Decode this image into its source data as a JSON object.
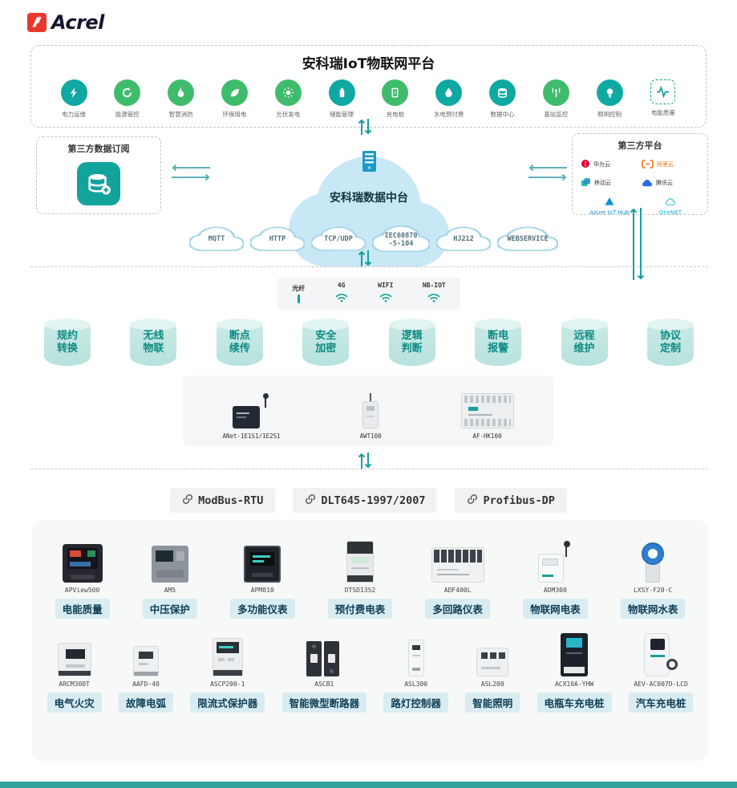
{
  "logo": {
    "text": "Acrel"
  },
  "colors": {
    "accent": "#17A09A",
    "green": "#3FBB6C",
    "badge_bg": "#D8ECF2",
    "badge_text": "#0F3D55"
  },
  "platform": {
    "title": "安科瑞IoT物联网平台",
    "apps": [
      {
        "label": "电力运维",
        "color": "#0FA8A2"
      },
      {
        "label": "能源管控",
        "color": "#3FBB6C"
      },
      {
        "label": "智慧消防",
        "color": "#3FBB6C"
      },
      {
        "label": "环保用电",
        "color": "#3FBB6C"
      },
      {
        "label": "光伏发电",
        "color": "#3FBB6C"
      },
      {
        "label": "储能管理",
        "color": "#0FA8A2"
      },
      {
        "label": "充电桩",
        "color": "#3FBB6C"
      },
      {
        "label": "水电预付费",
        "color": "#0FA8A2"
      },
      {
        "label": "数据中心",
        "color": "#0FA8A2"
      },
      {
        "label": "基站监控",
        "color": "#3FBB6C"
      },
      {
        "label": "照明控制",
        "color": "#0FA8A2"
      },
      {
        "label": "电能质量",
        "color": "#0FA8A2"
      }
    ]
  },
  "subscribe": {
    "title": "第三方数据订阅"
  },
  "datacenter": {
    "label": "安科瑞数据中台"
  },
  "third_party": {
    "title": "第三方平台",
    "providers": [
      {
        "name": "华为云",
        "label_color": "#333333"
      },
      {
        "name": "阿里云",
        "label_color": "#FF6A00"
      },
      {
        "name": "移动云",
        "label_color": "#333333"
      },
      {
        "name": "腾讯云",
        "label_color": "#333333"
      },
      {
        "name": "Azure IoT Hub",
        "label_color": "#0F8FD5"
      },
      {
        "name": "OneNET",
        "label_color": "#18B8D8"
      }
    ]
  },
  "protocol_clouds": [
    "MQTT",
    "HTTP",
    "TCP/UDP",
    "IEC60870\n-5-104",
    "HJ212",
    "WEBSERVICE"
  ],
  "connectivity": [
    "光纤",
    "4G",
    "WIFI",
    "NB-IOT"
  ],
  "capabilities": [
    "规约\n转换",
    "无线\n物联",
    "断点\n续传",
    "安全\n加密",
    "逻辑\n判断",
    "断电\n报警",
    "远程\n维护",
    "协议\n定制"
  ],
  "gateways": [
    "ANet-1E1S1/1E2S1",
    "AWT100",
    "AF-HK100"
  ],
  "bus_protocols": [
    "ModBus-RTU",
    "DLT645-1997/2007",
    "Profibus-DP"
  ],
  "devices_row1": [
    {
      "model": "APView500",
      "label": "电能质量"
    },
    {
      "model": "AM5",
      "label": "中压保护"
    },
    {
      "model": "APM810",
      "label": "多功能仪表"
    },
    {
      "model": "DTSD1352",
      "label": "预付费电表"
    },
    {
      "model": "ADF400L",
      "label": "多回路仪表"
    },
    {
      "model": "ADM300",
      "label": "物联网电表"
    },
    {
      "model": "LXSY-F20-C",
      "label": "物联网水表"
    }
  ],
  "devices_row2": [
    {
      "model": "ARCM300T",
      "label": "电气火灾"
    },
    {
      "model": "AAFD-40",
      "label": "故障电弧"
    },
    {
      "model": "ASCP200-1",
      "label": "限流式保护器"
    },
    {
      "model": "ASCB1",
      "label": "智能微型断路器"
    },
    {
      "model": "ASL300",
      "label": "路灯控制器"
    },
    {
      "model": "ASL200",
      "label": "智能照明"
    },
    {
      "model": "ACX10A-YHW",
      "label": "电瓶车充电桩"
    },
    {
      "model": "AEV-AC007D-LCD",
      "label": "汽车充电桩"
    }
  ]
}
